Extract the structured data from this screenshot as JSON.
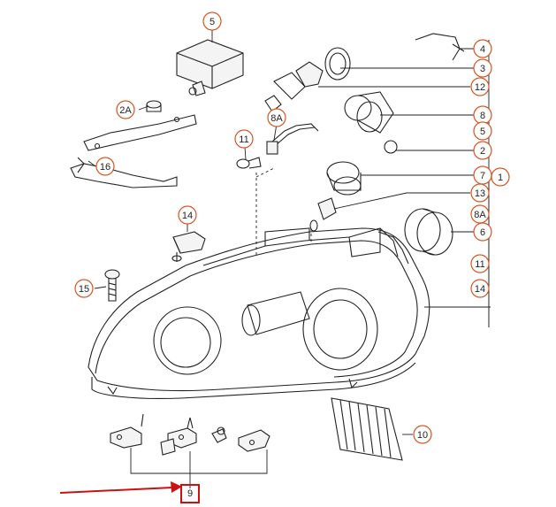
{
  "colors": {
    "callout_ring": "#d9531e",
    "highlight_box": "#cc1111",
    "arrow": "#cc1111",
    "line": "#222222"
  },
  "callouts": {
    "c5_top": "5",
    "c2a": "2A",
    "c16": "16",
    "c8a_left": "8A",
    "c11_left": "11",
    "c14_left": "14",
    "c15": "15",
    "c4": "4",
    "c3": "3",
    "c12": "12",
    "c8": "8",
    "c5_right": "5",
    "c2": "2",
    "c7": "7",
    "c1": "1",
    "c13": "13",
    "c8a_right": "8A",
    "c6": "6",
    "c11_right": "11",
    "c14_right": "14",
    "c10": "10",
    "c9": "9"
  }
}
